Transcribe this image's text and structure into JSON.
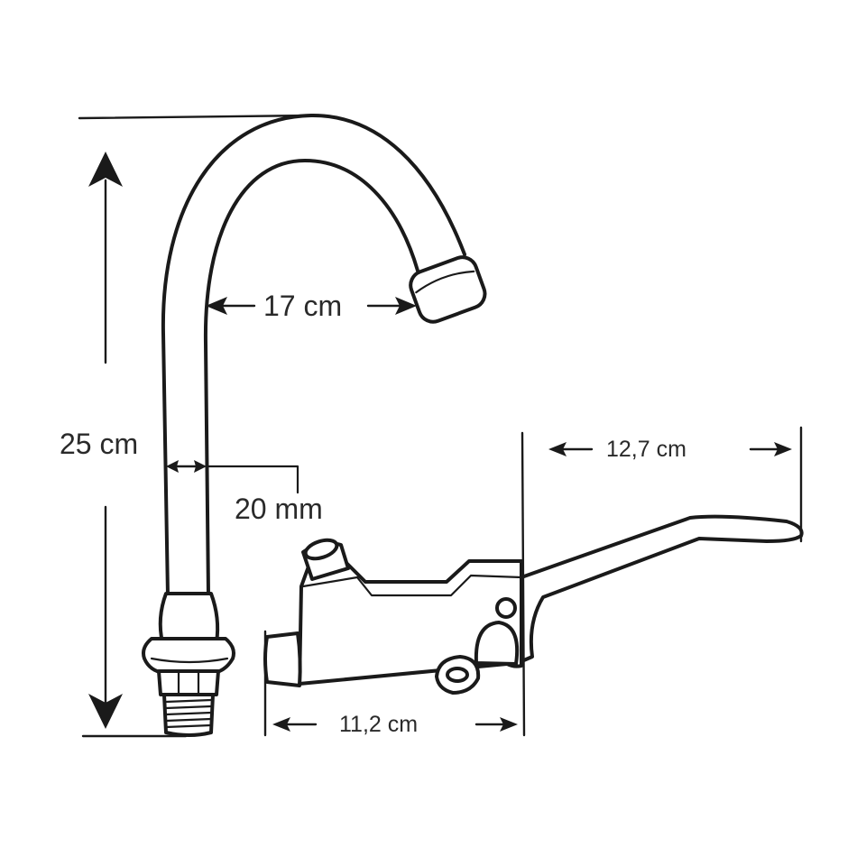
{
  "dimensions": {
    "height_label": "25 cm",
    "reach_label": "17 cm",
    "pipe_diameter_label": "20 mm",
    "pedal_length_label": "12,7 cm",
    "valve_body_label": "11,2 cm"
  }
}
